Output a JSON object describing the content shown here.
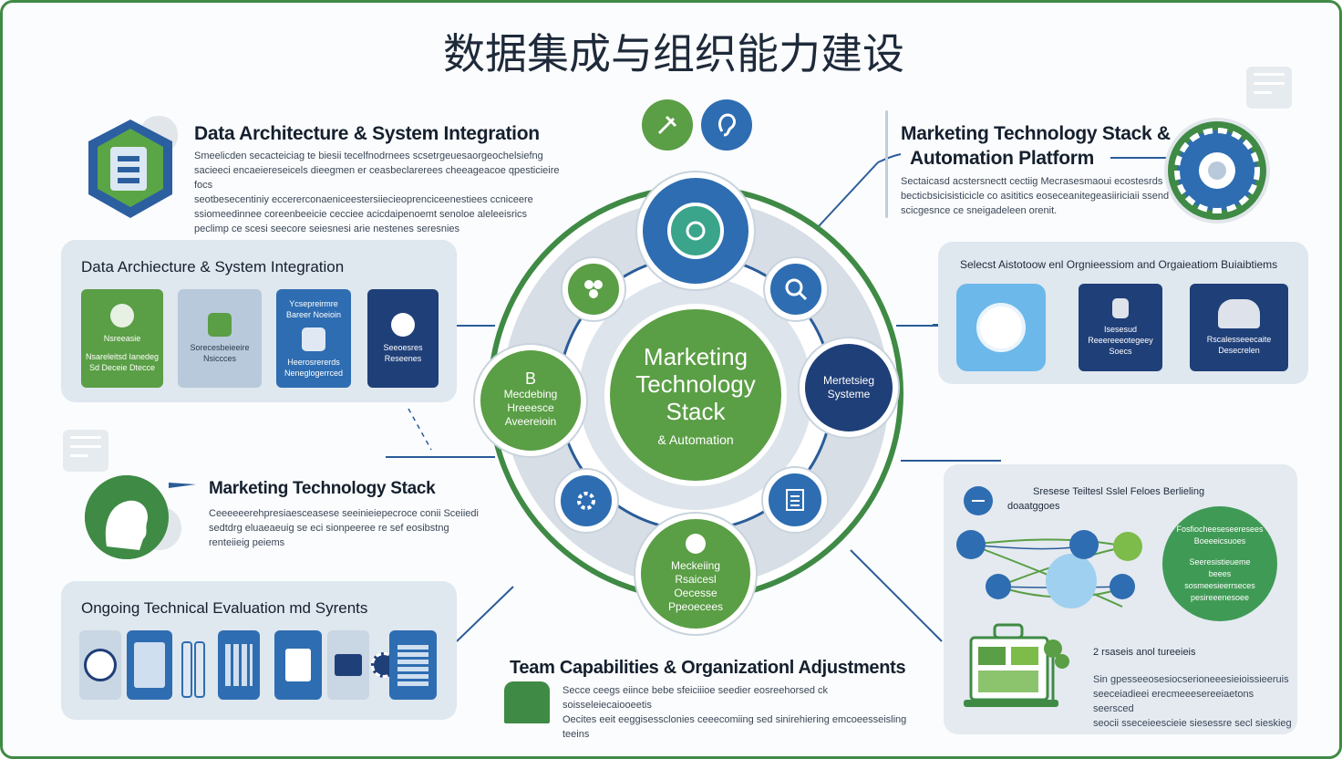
{
  "title": "数据集成与组织能力建设",
  "data_arch": {
    "heading": "Data Architecture & System Integration",
    "desc": [
      "Smeelicden secacteiciag te biesii tecelfnodrnees scsetrgeuesaorgeochelsiefng",
      "sacieeci encaeiereseicels dieegmen er ceasbeclarerees cheeageacoe qpesticieire focs",
      "seotbesecentiniy eccererconaeniceestersiiecieoprenciceenestiees ccniceere",
      "ssiomeedinnee coreenbeeicie cecciee acicdaipenoemt senoloe aleleeisrics",
      "peclimp ce scesi seecore seiesnesi arie nestenes seresnies"
    ]
  },
  "data_panel": {
    "heading": "Data Archiecture & System Integration",
    "tiles": [
      {
        "label": "Nsreeasie",
        "sub": "Nsareleitsd Ianedeg Sd Deceie Dtecce",
        "icon": "check-icon"
      },
      {
        "label": "Sorecesbeieeire Nsiccces",
        "icon": "sheet-icon"
      },
      {
        "label": "Ycsepreirmre Bareer Noeioin",
        "sub": "Heerosrererds Neneglogerrced",
        "icon": "server-icon"
      },
      {
        "label": "Seeoesres Reseenes",
        "icon": "globe-icon"
      }
    ]
  },
  "martech_top": {
    "heading_line1": "Marketing Technology Stack &",
    "heading_line2": "Automation Platform",
    "desc": [
      "Sectaicasd acstersnectt cectiig Mecrasesmaoui ecostesrds",
      "becticbsicisisticicle co asititics eoseceanitegeasiiriciaii ssend",
      "scicgesnce ce sneigadeleen orenit."
    ]
  },
  "solutions_panel": {
    "heading": "Selecst Aistotoow enl Orgnieessiom and Orgaieatiom Buiaibtiems",
    "tiles": [
      {
        "label": "",
        "icon": "lightbulb-gear-icon"
      },
      {
        "label": "Isesesud Reeereeeotegeey Soecs",
        "icon": "chart-icon"
      },
      {
        "label": "Rscalesseeecaite Desecrelen",
        "icon": "team-icon"
      }
    ]
  },
  "hub": {
    "center_line1": "Marketing",
    "center_line2": "Technology",
    "center_line3": "Stack",
    "center_sub": "& Automation",
    "node_left": "Mecdebing Hreeesce Aveereioin",
    "node_left_badge": "B",
    "node_right": "Mertetsieg Systeme",
    "node_bottom": "Meckeiing Rsaicesl Oecesse Ppeoecees"
  },
  "martech_mid": {
    "heading": "Marketing Technology Stack",
    "desc": [
      "Ceeeeeerehpresiaesceasese seeinieiepecroce conii Sceiiedi",
      "sedtdrg eluaeaeuig se eci sionpeeree re sef eosibstng",
      "renteiieig peiems"
    ]
  },
  "eval_panel": {
    "heading": "Ongoing Technical Evaluation md Syrents"
  },
  "team": {
    "heading": "Team Capabilities & Organizationl Adjustments",
    "desc": [
      "Secce ceegs eiince bebe sfeiciiioe seedier eosreehorsed ck soisseleiecaiooeetis",
      "Oecites eeit eeggisessclonies ceeecomiing sed sinirehiering emcoeesseisling",
      "teeins"
    ]
  },
  "skills_panel": {
    "heading": "Sresese Teiltesl Sslel Feloes Berlieling",
    "sub": "doaatggoes",
    "bubble_text": [
      "Fosfiocheeseseeresees",
      "Boeeeicsuoes",
      "Seeresistieueme beees",
      "sosmeesieerrseces",
      "pesireeenesoee"
    ],
    "step_heading": "2 rsaseis anol tureeieis",
    "step_desc": [
      "Sin gpesseeosesiocserioneeesieioissieeruis",
      "seeceiadieei erecmeeesereeiaetons seersced",
      "seocii sseceieescieie siesessre secl sieskieg"
    ]
  }
}
